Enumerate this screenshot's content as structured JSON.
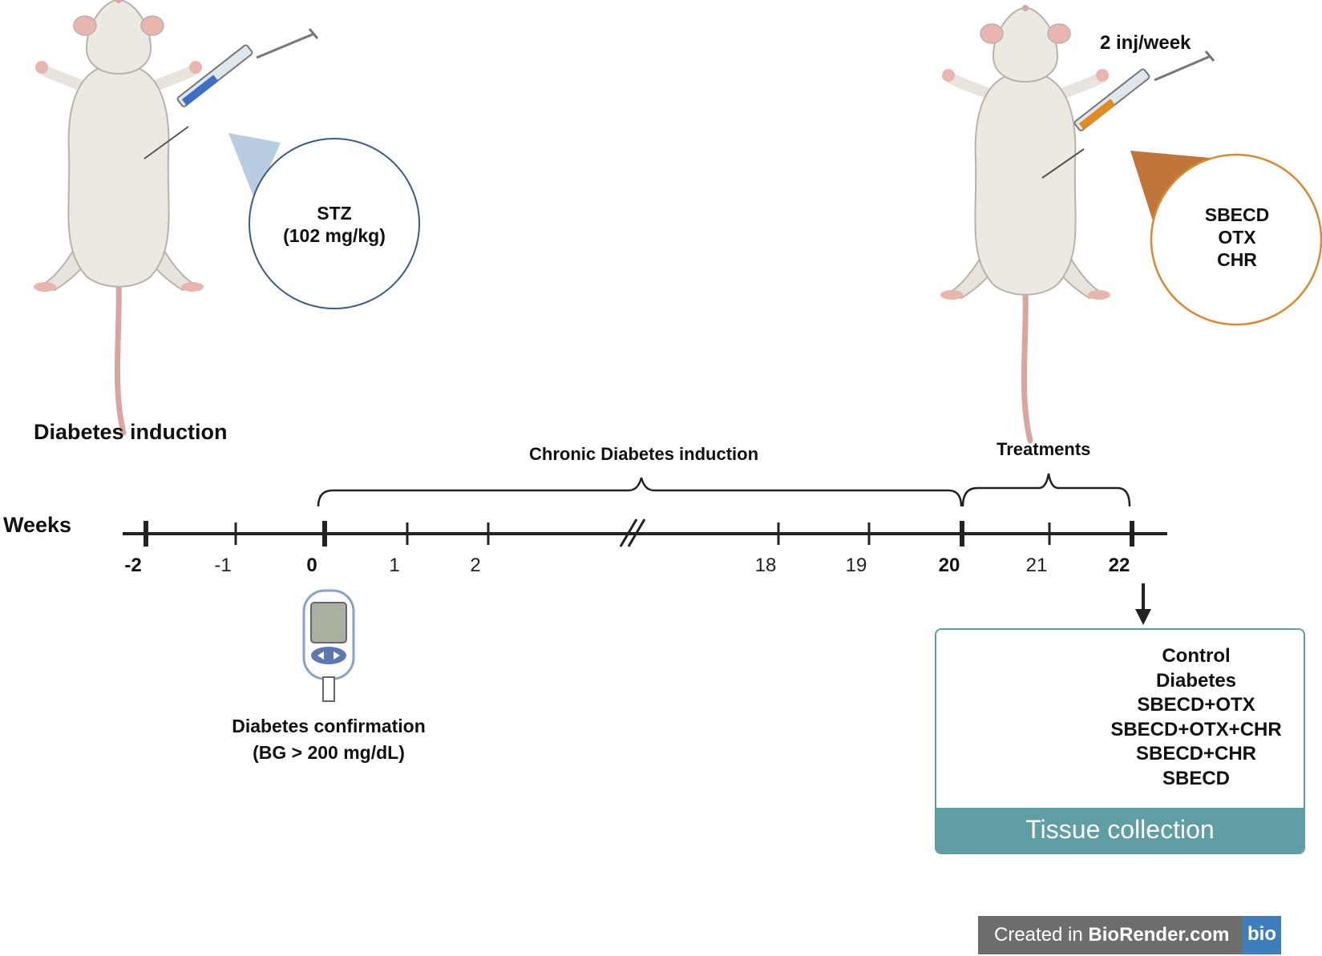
{
  "left_panel": {
    "label": "Diabetes induction",
    "injection": {
      "agent": "STZ",
      "dose": "(102 mg/kg)"
    }
  },
  "right_panel": {
    "frequency": "2 inj/week",
    "agents": [
      "SBECD",
      "OTX",
      "CHR"
    ]
  },
  "timeline": {
    "axis_label": "Weeks",
    "ticks": [
      {
        "label": "-2",
        "major": true
      },
      {
        "label": "-1",
        "major": false
      },
      {
        "label": "0",
        "major": true
      },
      {
        "label": "1",
        "major": false
      },
      {
        "label": "2",
        "major": false
      },
      {
        "label": "18",
        "major": false
      },
      {
        "label": "19",
        "major": false
      },
      {
        "label": "20",
        "major": true
      },
      {
        "label": "21",
        "major": false
      },
      {
        "label": "22",
        "major": true
      }
    ],
    "periods": [
      {
        "label": "Chronic Diabetes induction",
        "from": "0",
        "to": "20"
      },
      {
        "label": "Treatments",
        "from": "20",
        "to": "22"
      }
    ],
    "axis_break_between": [
      "2",
      "18"
    ]
  },
  "confirmation": {
    "title": "Diabetes confirmation",
    "criterion": "(BG > 200 mg/dL)"
  },
  "tissue_collection": {
    "title": "Tissue collection",
    "groups": [
      "Control",
      "Diabetes",
      "SBECD+OTX",
      "SBECD+OTX+CHR",
      "SBECD+CHR",
      "SBECD"
    ]
  },
  "watermark": {
    "prefix": "Created in ",
    "brand": "BioRender.com",
    "logo": "bio"
  },
  "colors": {
    "stz_accent": "#b8cde0",
    "stz_circle": "#3b5a8a",
    "treat_accent": "#c0763a",
    "treat_circle": "#d98a2e",
    "tissue_box": "#5f9ea3",
    "line": "#222222"
  }
}
